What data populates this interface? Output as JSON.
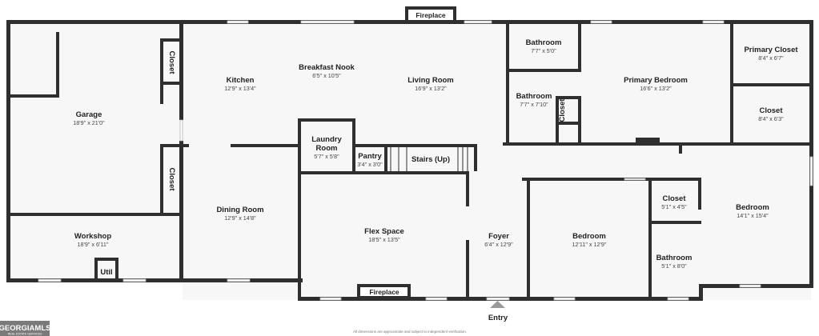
{
  "rooms": {
    "garage": {
      "name": "Garage",
      "dims": "18'9\" x 21'0\""
    },
    "workshop": {
      "name": "Workshop",
      "dims": "18'9\" x 6'11\""
    },
    "util": {
      "name": "Util"
    },
    "closet_garage_top": {
      "name": "Closet"
    },
    "closet_garage_mid": {
      "name": "Closet"
    },
    "kitchen": {
      "name": "Kitchen",
      "dims": "12'9\" x 13'4\""
    },
    "breakfast_nook": {
      "name": "Breakfast Nook",
      "dims": "6'5\" x 10'5\""
    },
    "living_room": {
      "name": "Living Room",
      "dims": "16'9\" x 13'2\""
    },
    "laundry_room": {
      "name": "Laundry",
      "name2": "Room",
      "dims": "5'7\" x 5'8\""
    },
    "pantry": {
      "name": "Pantry",
      "dims": "3'4\" x 3'0\""
    },
    "stairs": {
      "name": "Stairs (Up)"
    },
    "dining_room": {
      "name": "Dining Room",
      "dims": "12'9\" x 14'8\""
    },
    "flex_space": {
      "name": "Flex Space",
      "dims": "18'5\" x 13'5\""
    },
    "foyer": {
      "name": "Foyer",
      "dims": "6'4\" x 12'9\""
    },
    "bathroom_top": {
      "name": "Bathroom",
      "dims": "7'7\" x 5'0\""
    },
    "bathroom_mid": {
      "name": "Bathroom",
      "dims": "7'7\" x 7'10\""
    },
    "closet_bath": {
      "name": "Closet"
    },
    "primary_bedroom": {
      "name": "Primary Bedroom",
      "dims": "16'6\" x 13'2\""
    },
    "primary_closet": {
      "name": "Primary Closet",
      "dims": "8'4\" x 6'7\""
    },
    "closet_right": {
      "name": "Closet",
      "dims": "8'4\" x 6'3\""
    },
    "bedroom_center": {
      "name": "Bedroom",
      "dims": "12'11\" x 12'9\""
    },
    "closet_small": {
      "name": "Closet",
      "dims": "5'1\" x 4'5\""
    },
    "bathroom_low": {
      "name": "Bathroom",
      "dims": "5'1\" x 8'0\""
    },
    "bedroom_right": {
      "name": "Bedroom",
      "dims": "14'1\" x 15'4\""
    }
  },
  "fireplaces": {
    "top": "Fireplace",
    "bottom": "Fireplace"
  },
  "entry": "Entry",
  "disclaimer": "All dimensions are approximate and subject to independent verification.",
  "logo": {
    "main": "GEORGIAMLS",
    "sub": "REAL ESTATE SERVICES"
  },
  "colors": {
    "wall": "#2f2f2f",
    "logo_bg": "#7a7a7a"
  }
}
